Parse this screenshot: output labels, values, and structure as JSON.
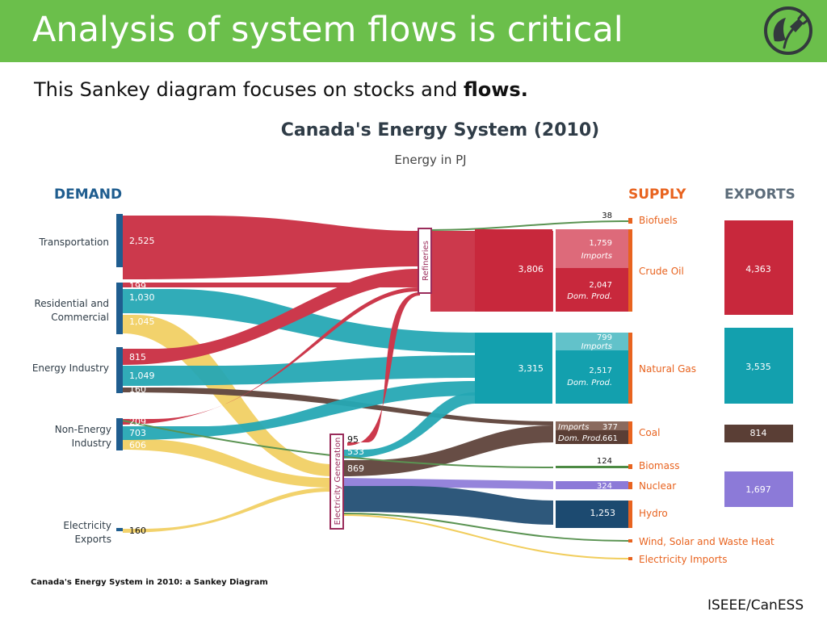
{
  "header": {
    "title": "Analysis of system flows is critical"
  },
  "subtitle": {
    "text": "This Sankey diagram focuses on stocks and ",
    "bold": "flows."
  },
  "credit": "ISEEE/CanESS",
  "diagram": {
    "title": "Canada's Energy System (2010)",
    "unit": "Energy in PJ",
    "caption": "Canada's Energy System in 2010: a Sankey Diagram",
    "headers": {
      "demand": "DEMAND",
      "supply": "SUPPLY",
      "exports": "EXPORTS"
    },
    "demand": {
      "transportation": "Transportation",
      "residential": [
        "Residential and",
        "Commercial"
      ],
      "energy_industry": "Energy Industry",
      "non_energy": [
        "Non-Energy",
        "Industry"
      ],
      "electricity_exports": [
        "Electricity",
        "Exports"
      ]
    },
    "supply": {
      "biofuels": "Biofuels",
      "crude_oil": "Crude Oil",
      "natural_gas": "Natural Gas",
      "coal": "Coal",
      "biomass": "Biomass",
      "nuclear": "Nuclear",
      "hydro": "Hydro",
      "wind_solar_waste": "Wind, Solar and Waste Heat",
      "electricity_imports": "Electricity Imports"
    },
    "nodes": {
      "refineries": "Refineries",
      "electricity_generation": "Electricity Generation"
    },
    "values": {
      "transportation_oil": "2,525",
      "residential_oil": "199",
      "residential_gas": "1,030",
      "residential_elec": "1,045",
      "energy_industry_oil": "815",
      "energy_industry_gas": "1,049",
      "energy_industry_coal": "160",
      "non_energy_oil": "209",
      "non_energy_gas": "703",
      "non_energy_elec": "606",
      "electricity_exports": "160",
      "biofuels": "38",
      "refineries_total": "3,806",
      "crude_imports": "1,759",
      "crude_domestic": "2,047",
      "gas_total": "3,315",
      "gas_imports": "799",
      "gas_domestic": "2,517",
      "coal_imports": "377",
      "coal_domestic": "661",
      "biomass": "124",
      "nuclear": "324",
      "hydro": "1,253",
      "elecgen_oil": "95",
      "elecgen_gas": "533",
      "elecgen_coal": "869"
    },
    "sublabels": {
      "imports": "Imports",
      "dom_prod": "Dom. Prod."
    },
    "exports": {
      "oil": "4,363",
      "gas": "3,535",
      "coal": "814",
      "electricity": "1,697"
    },
    "colors": {
      "oil": "#c8283c",
      "oil_light": "#dd6a7a",
      "gas": "#13a0ae",
      "gas_light": "#62c2ca",
      "coal": "#5a3e35",
      "electricity": "#f0c94e",
      "nuclear": "#8c7ad8",
      "hydro": "#1c4a70",
      "biomass": "#4c8a43",
      "supply_label": "#e8631f",
      "demand_header": "#1f5d8f",
      "exports_header": "#5c6c7a",
      "header_bg": "#6bbf4b"
    }
  }
}
